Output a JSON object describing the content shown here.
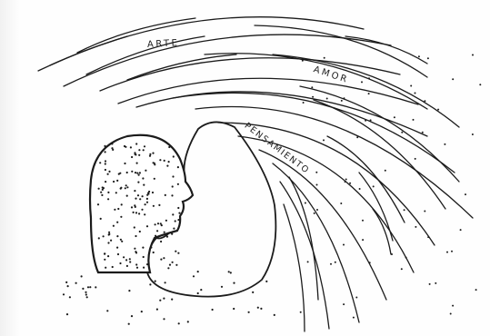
{
  "artwork": {
    "labels": {
      "arte": "ARTE",
      "amor": "AMOR",
      "pensamiento": "PENSAMIENTO"
    },
    "colors": {
      "paper": "#fefefe",
      "ink": "#1b1b1b"
    }
  }
}
